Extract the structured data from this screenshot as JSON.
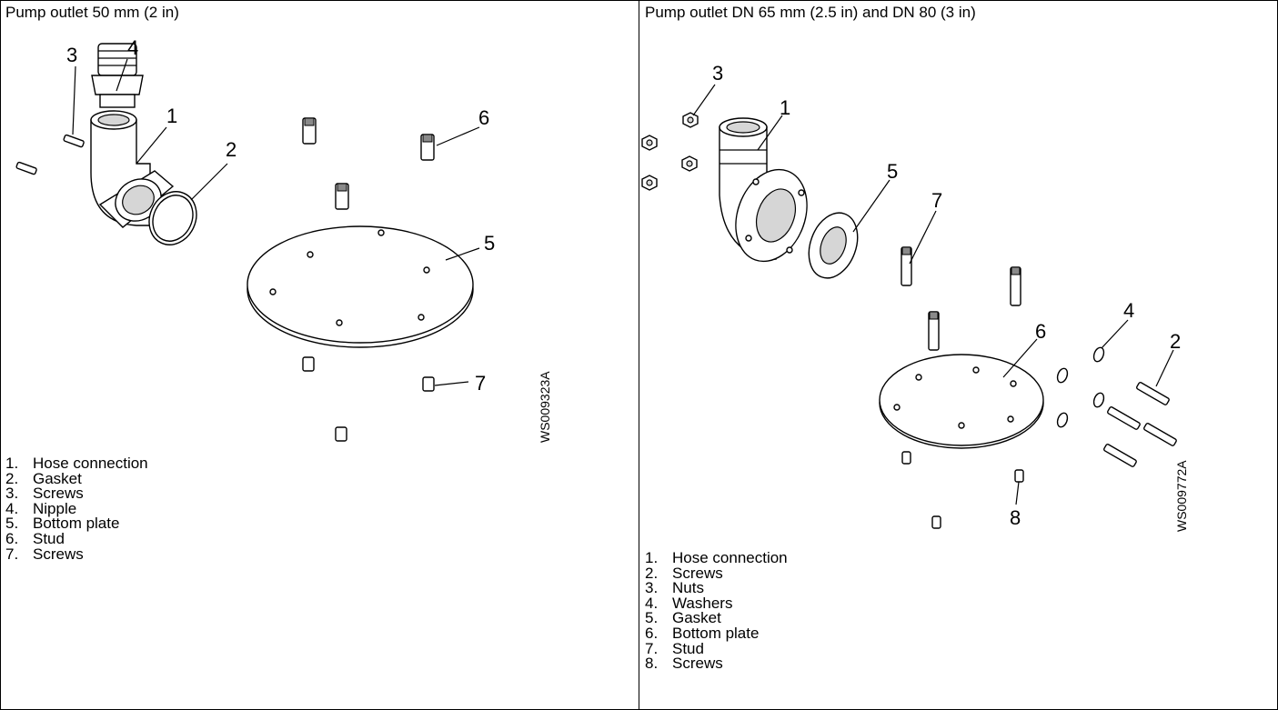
{
  "left": {
    "title": "Pump outlet 50 mm (2 in)",
    "figure_code": "WS009323A",
    "callouts": [
      "1",
      "2",
      "3",
      "4",
      "5",
      "6",
      "7"
    ],
    "legend": [
      {
        "num": "1.",
        "text": "Hose connection"
      },
      {
        "num": "2.",
        "text": "Gasket"
      },
      {
        "num": "3.",
        "text": "Screws"
      },
      {
        "num": "4.",
        "text": "Nipple"
      },
      {
        "num": "5.",
        "text": "Bottom plate"
      },
      {
        "num": "6.",
        "text": "Stud"
      },
      {
        "num": "7.",
        "text": "Screws"
      }
    ]
  },
  "right": {
    "title": "Pump outlet DN 65 mm (2.5 in) and DN 80 (3 in)",
    "figure_code": "WS009772A",
    "callouts": [
      "1",
      "2",
      "3",
      "4",
      "5",
      "6",
      "7",
      "8"
    ],
    "legend": [
      {
        "num": "1.",
        "text": "Hose connection"
      },
      {
        "num": "2.",
        "text": "Screws"
      },
      {
        "num": "3.",
        "text": "Nuts"
      },
      {
        "num": "4.",
        "text": "Washers"
      },
      {
        "num": "5.",
        "text": "Gasket"
      },
      {
        "num": "6.",
        "text": "Bottom plate"
      },
      {
        "num": "7.",
        "text": "Stud"
      },
      {
        "num": "8.",
        "text": "Screws"
      }
    ]
  }
}
